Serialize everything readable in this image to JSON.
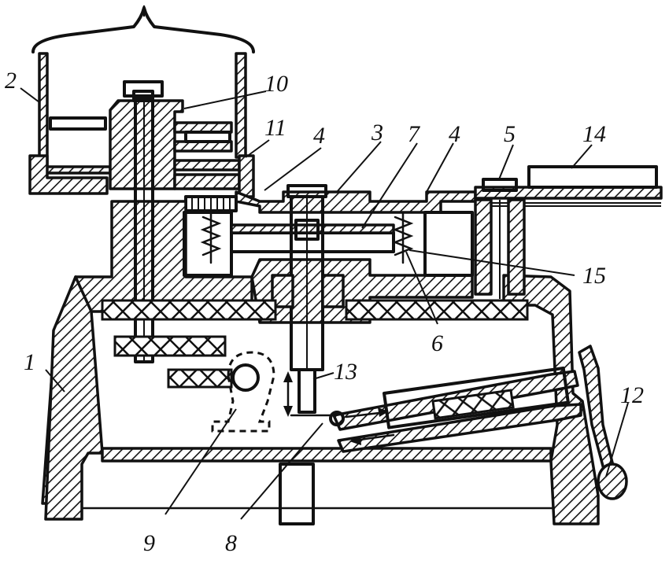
{
  "labels": {
    "l1": "1",
    "l2": "2",
    "l3": "3",
    "l4a": "4",
    "l4b": "4",
    "l5": "5",
    "l6": "6",
    "l7": "7",
    "l8": "8",
    "l9": "9",
    "l10": "10",
    "l11": "11",
    "l12": "12",
    "l13": "13",
    "l14": "14",
    "l15": "15"
  },
  "colors": {
    "ink": "#111111",
    "paper": "#ffffff"
  }
}
